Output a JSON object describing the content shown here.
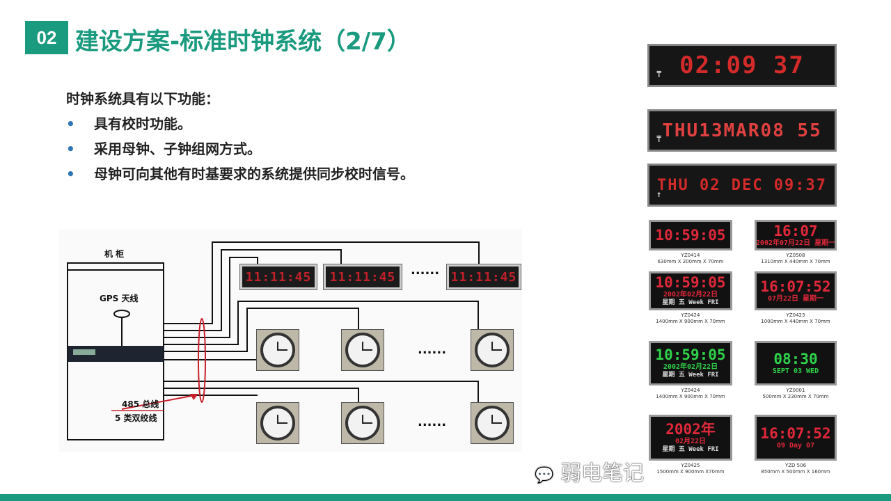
{
  "header": {
    "section_number": "02",
    "title": "建设方案-标准时钟系统（2/7）"
  },
  "content": {
    "intro": "时钟系统具有以下功能：",
    "bullets": [
      "具有校时功能。",
      "采用母钟、子钟组网方式。",
      "母钟可向其他有时基要求的系统提供同步校时信号。"
    ]
  },
  "diagram": {
    "cabinet_label": "机 柜",
    "gps_label": "GPS 天线",
    "bus_label": "485 总线",
    "cable_label": "5 类双绞线",
    "led_display": "11:11:45",
    "ellipsis": "......"
  },
  "clock_gallery": {
    "panels": [
      {
        "text": "02:09 37"
      },
      {
        "text": "THU13MAR08 55"
      },
      {
        "text": "THU 02 DEC 09:37"
      }
    ],
    "items": [
      {
        "time": "10:59:05",
        "line2": "",
        "line3": "",
        "model": "YZ0414",
        "size": "630mm X 200mm X 70mm",
        "color": "#e0283a"
      },
      {
        "time": "16:07",
        "line2": "2002年07月22日 星期一",
        "line3": "",
        "model": "YZ0508",
        "size": "1310mm X 440mm X 70mm",
        "color": "#e0283a"
      },
      {
        "time": "10:59:05",
        "line2": "2002年02月22日",
        "line3": "星期 五 Week FRI",
        "model": "YZ0424",
        "size": "1400mm X 900mm X 70mm",
        "color": "#e0283a"
      },
      {
        "time": "16:07:52",
        "line2": "07月22日 星期一",
        "line3": "",
        "model": "YZ0423",
        "size": "1000mm X 440mm X 70mm",
        "color": "#e0283a"
      },
      {
        "time": "10:59:05",
        "line2": "2002年02月22日",
        "line3": "星期 五 Week FRI",
        "model": "YZ0424",
        "size": "1400mm X 900mm X 70mm",
        "color": "#2fd24a"
      },
      {
        "time": "08:30",
        "line2": "SEPT 03 WED",
        "line3": "",
        "model": "YZ0001",
        "size": "500mm X 230mm X 70mm",
        "color": "#2fd24a"
      },
      {
        "time": "2002年",
        "line2": "02月22日",
        "line3": "星期 五 Week FRI",
        "model": "YZ0425",
        "size": "1500mm X 900mm X70mm",
        "color": "#e0283a"
      },
      {
        "time": "16:07:52",
        "line2": "09 Day 07",
        "line3": "",
        "model": "YZD 506",
        "size": "850mm X 500mm X 160mm",
        "color": "#e0283a"
      }
    ]
  },
  "watermark": "弱电笔记",
  "colors": {
    "accent": "#1a9a7e",
    "bullet": "#2e75b6",
    "led_red": "#d42a2a"
  }
}
